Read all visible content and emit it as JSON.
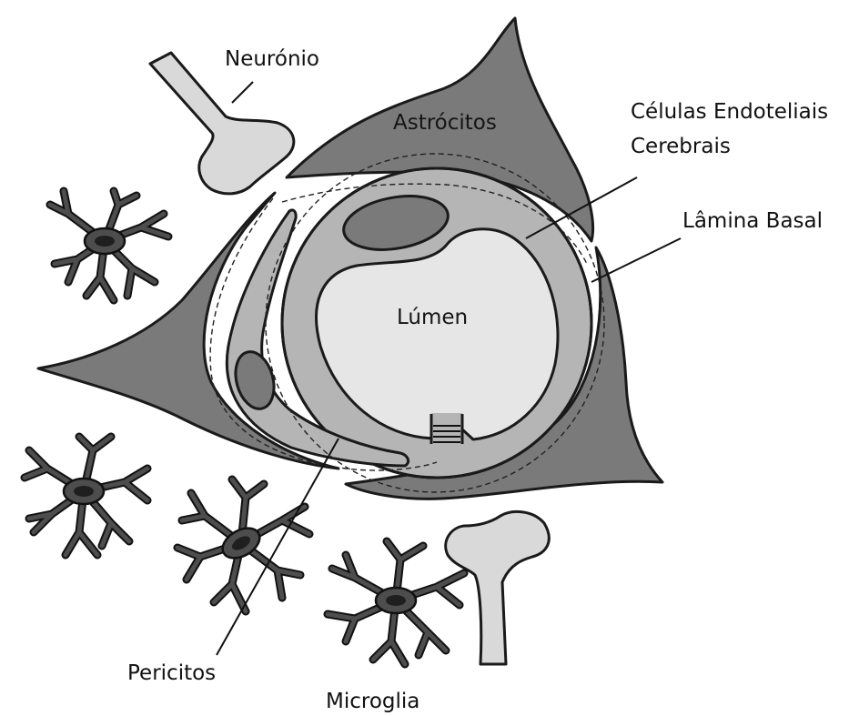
{
  "labels": {
    "neuron": "Neurónio",
    "astrocytes": "Astrócitos",
    "endothelial_line1": "Células Endoteliais",
    "endothelial_line2": "Cerebrais",
    "basal_lamina": "Lâmina Basal",
    "lumen": "Lúmen",
    "pericytes": "Pericitos",
    "microglia": "Microglia"
  },
  "colors": {
    "astrocyte": "#7a7a7a",
    "neuron": "#d9d9d9",
    "endothelium": "#b5b5b5",
    "lumen": "#e6e6e6",
    "nucleus": "#7a7a7a",
    "microglia": "#4d4d4d",
    "outline": "#1a1a1a",
    "background": "#ffffff"
  }
}
